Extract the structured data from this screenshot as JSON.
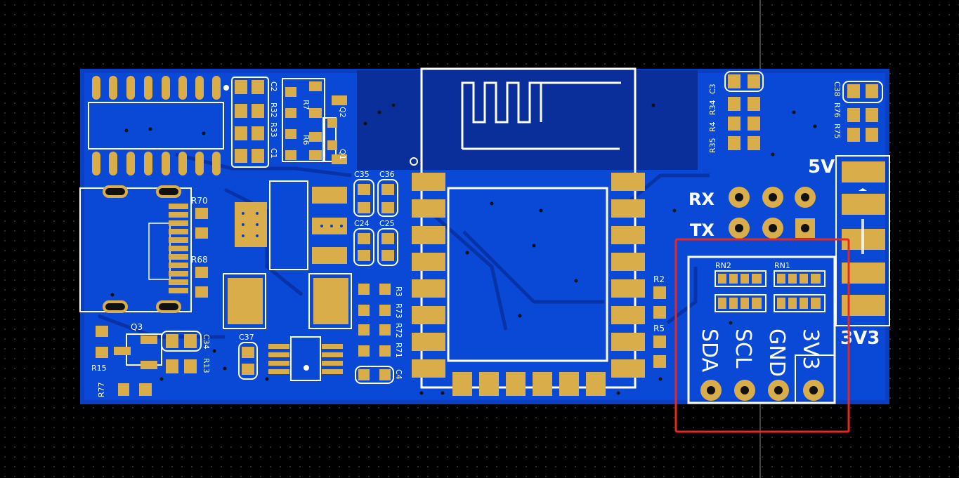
{
  "viewer": {
    "name": "PCB 3D view"
  },
  "colors": {
    "board": "#0a3fc4",
    "copper_fill": "#0b52e6",
    "pad": "#d9ad4a",
    "silk": "#ffffff",
    "highlight": "#e8281e"
  },
  "labels": {
    "c2": "C2",
    "r32": "R32",
    "r33": "R33",
    "c1": "C1",
    "r7": "R7",
    "r6": "R6",
    "q2": "Q2",
    "q1": "Q1",
    "c35": "C35",
    "c36": "C36",
    "c24": "C24",
    "c25": "C25",
    "r70": "R70",
    "r68": "R68",
    "r3": "R3",
    "r73": "R73",
    "r72": "R72",
    "r71": "R71",
    "c4": "C4",
    "q3": "Q3",
    "r15": "R15",
    "r77": "R77",
    "c34": "C34",
    "r13": "R13",
    "c37": "C37",
    "r2": "R2",
    "r5": "R5",
    "c3": "C3",
    "r34": "R34",
    "r4": "R4",
    "r35": "R35",
    "c38": "C38",
    "r76": "R76",
    "r75": "R75",
    "rn2": "RN2",
    "rn1": "RN1",
    "rx": "RX",
    "tx": "TX",
    "v5": "5V",
    "v33": "3V3",
    "sda": "SDA",
    "scl": "SCL",
    "gnd": "GND",
    "pin3v3": "3V3"
  }
}
